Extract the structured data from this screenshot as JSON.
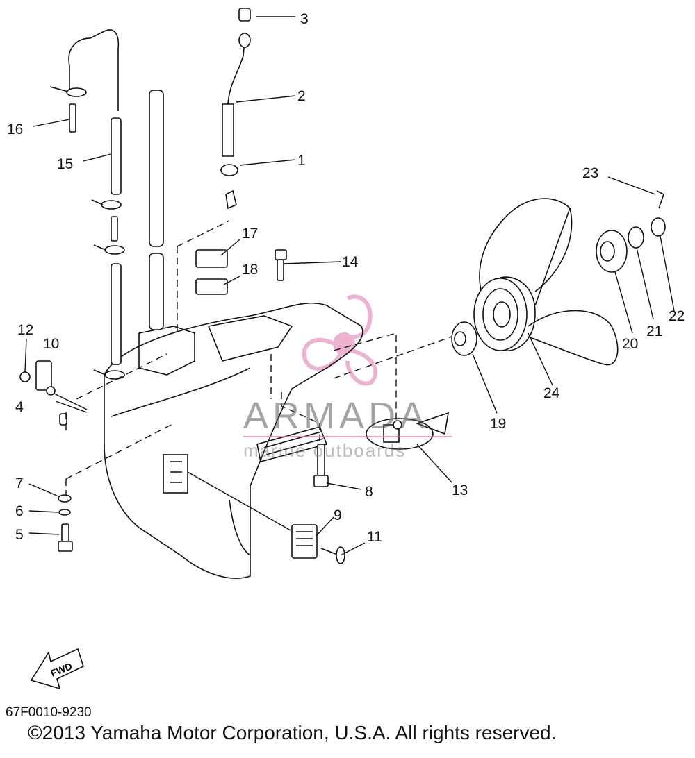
{
  "diagram": {
    "part_code": "67F0010-9230",
    "copyright": "©2013 Yamaha Motor Corporation, U.S.A. All rights reserved.",
    "fwd_label": "FWD",
    "watermark": {
      "brand": "ARMADA",
      "tagline": "marine outboards",
      "accent_color": "#e8a0c8"
    },
    "callouts": [
      "1",
      "2",
      "3",
      "4",
      "5",
      "6",
      "7",
      "8",
      "9",
      "10",
      "11",
      "12",
      "13",
      "14",
      "15",
      "16",
      "17",
      "18",
      "19",
      "20",
      "21",
      "22",
      "23",
      "24"
    ]
  }
}
